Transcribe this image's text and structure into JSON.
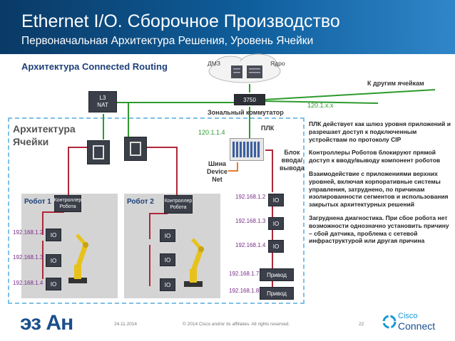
{
  "header": {
    "title": "Ethernet I/O. Сборочное Производство",
    "subtitle": "Первоначальная Архитектура Решения, Уровень Ячейки"
  },
  "diagram": {
    "connected_routing_title": "Архитектура Connected Routing",
    "dmz_label": "ДМЗ",
    "core_label": "Ядро",
    "other_cells_label": "К другим ячейкам",
    "subnet_label": "120.1.x.x",
    "switch_model": "3750",
    "zone_switch_label": "Зональный коммутатор",
    "l3_nat": "L3\nNAT",
    "cell_title": "Архитектура Ячейки",
    "plc_label": "ПЛК",
    "plc_ip": "120.1.1.4",
    "device_net_label": "Шина\nDevice\nNet",
    "io_block_label": "Блок\nввода/\nвывода",
    "robot1_title": "Робот 1",
    "robot2_title": "Робот 2",
    "robot_controller": "Контроллер\nРобота",
    "io": "IO",
    "drive": "Привод",
    "r1_ips": [
      "192.168.1.2",
      "192.168.1.3",
      "192.168.1.4"
    ],
    "plc_ips": [
      "192.168.1.2",
      "192.168.1.3",
      "192.168.1.4"
    ],
    "drive_ips": [
      "192.168.1.7",
      "192.168.1.8"
    ]
  },
  "bullets": [
    "ПЛК действует как шлюз уровня приложений и разрешает доступ к подключенным устройствам по протоколу CIP",
    "Контроллеры Роботов блокируют прямой доступ к вводу/выводу компонент роботов",
    "Взаимодействие с приложениями верхних уровней, включая корпоративные системы управления, затруднено, по причинам изолированности сегментов и использования закрытых архитектурных решений",
    "Загруднена диагностика. При сбое робота нет возможности однозначно установить причину – сбой датчика, проблема с сетевой инфраструктурой или другая причина"
  ],
  "footer": {
    "date": "24.11.2014",
    "copyright": "© 2014 Cisco and/or its affiliates. All rights reserved.",
    "page": "22",
    "logo_text": "эз Ан",
    "cisco_line1": "Cisco",
    "cisco_line2": "Connect"
  },
  "colors": {
    "header_dark": "#0a3a66",
    "ethernet_green": "#2d9b2d",
    "devicenet_orange": "#e87a2c",
    "internal_red": "#b0273a",
    "io_purple": "#7a2a8a"
  }
}
